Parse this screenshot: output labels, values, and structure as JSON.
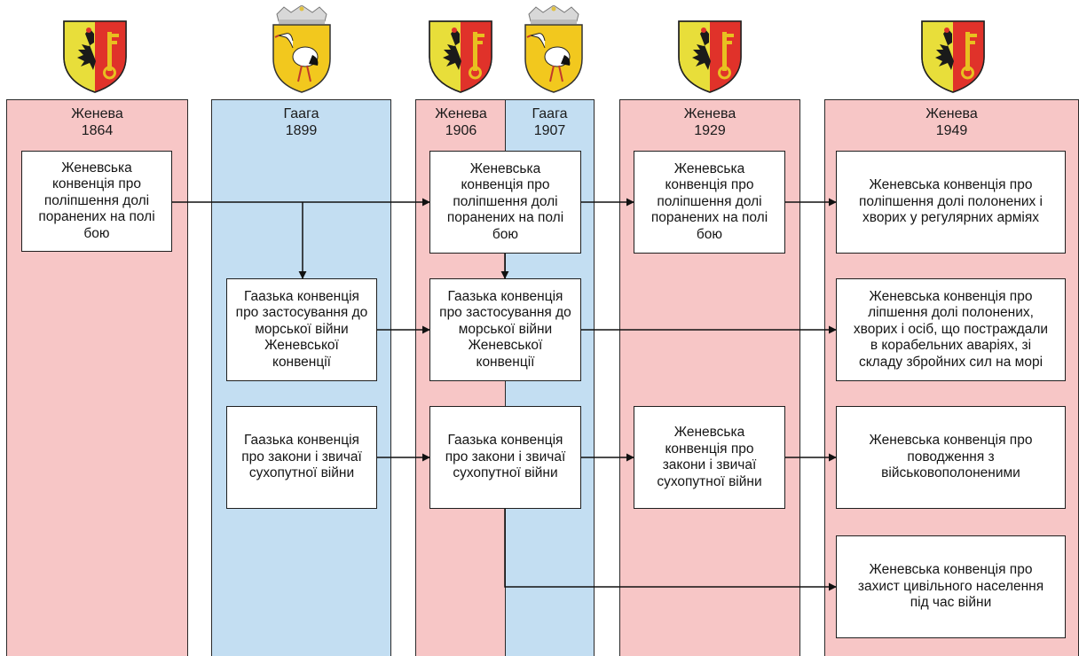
{
  "columns": [
    {
      "city": "Женева",
      "year": "1864"
    },
    {
      "city": "Гаага",
      "year": "1899"
    },
    {
      "city": "Женева",
      "year": "1906"
    },
    {
      "city": "Гаага",
      "year": "1907"
    },
    {
      "city": "Женева",
      "year": "1929"
    },
    {
      "city": "Женева",
      "year": "1949"
    }
  ],
  "boxes": {
    "g1864_wounded": [
      "Женевська",
      "конвенція про",
      "поліпшення долі",
      "поранених на полі",
      "бою"
    ],
    "h1899_maritime": [
      "Гаазька конвенція",
      "про застосування до",
      "морської війни",
      "Женевської",
      "конвенції"
    ],
    "h1899_land": [
      "Гаазька конвенція",
      "про закони і звичаї",
      "сухопутної війни"
    ],
    "g1906_wounded": [
      "Женевська",
      "конвенція про",
      "поліпшення долі",
      "поранених на полі",
      "бою"
    ],
    "h1907_maritime": [
      "Гаазька конвенція",
      "про застосування до",
      "морської війни",
      "Женевської",
      "конвенції"
    ],
    "h1907_land": [
      "Гаазька конвенція",
      "про закони і звичаї",
      "сухопутної війни"
    ],
    "g1929_wounded": [
      "Женевська",
      "конвенція про",
      "поліпшення долі",
      "поранених на полі",
      "бою"
    ],
    "g1929_pow": [
      "Женевська",
      "конвенція про",
      "закони і звичаї",
      "сухопутної війни"
    ],
    "g1949_wounded": [
      "Женевська конвенція про",
      "поліпшення долі полонених і",
      "хворих у регулярних арміях"
    ],
    "g1949_sea": [
      "Женевська конвенція про",
      "ліпшення долі полонених,",
      "хворих і осіб, що постраждали",
      "в корабельних аваріях, зі",
      "складу збройних сил на морі"
    ],
    "g1949_pow": [
      "Женевська конвенція про",
      "поводження з",
      "військовополоненими"
    ],
    "g1949_civil": [
      "Женевська конвенція про",
      "захист цивільного населення",
      "під час війни"
    ]
  },
  "emblems": [
    {
      "type": "geneva-shield",
      "colors": {
        "left": "#e8de3a",
        "right": "#e0322a",
        "eagle": "#1a1a1a",
        "key": "#e8c020"
      }
    },
    {
      "type": "hague-stork-shield",
      "colors": {
        "field": "#f2c81e",
        "crown": "#d8d8d8",
        "stork": "#ffffff"
      }
    }
  ],
  "colors": {
    "geneva": "#f7c6c6",
    "hague": "#c3def2",
    "line": "#111111"
  }
}
